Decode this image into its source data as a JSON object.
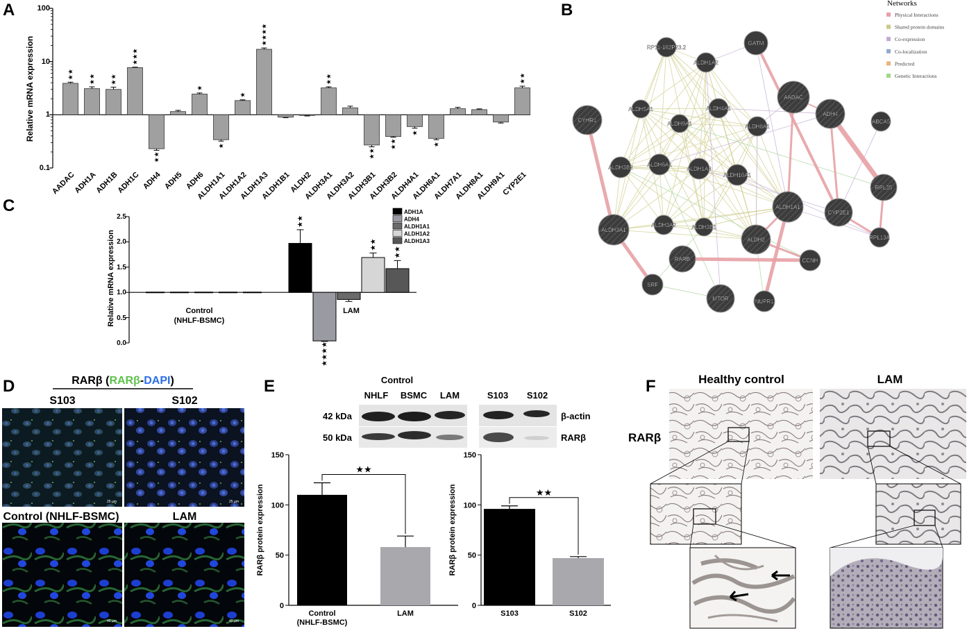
{
  "panels": {
    "A": "A",
    "B": "B",
    "C": "C",
    "D": "D",
    "E": "E",
    "F": "F"
  },
  "panelA": {
    "ylabel": "Relative mRNA expression",
    "yticks": [
      "0.1",
      "1",
      "10",
      "100"
    ]
  },
  "panelC": {
    "ylabel": "Relative mRNA expression",
    "yticks": [
      "0.0",
      "0.5",
      "1.0",
      "1.5",
      "2.0",
      "2.5"
    ],
    "control_label_1": "Control",
    "control_label_2": "(NHLF-BSMC)",
    "lam_label": "LAM"
  },
  "panelB": {
    "legend_title": "Networks",
    "legend": [
      {
        "label": "Physical Interactions",
        "color": "#e7a1a6"
      },
      {
        "label": "Shared protein domains",
        "color": "#c9c98a"
      },
      {
        "label": "Co-expression",
        "color": "#c2aacd"
      },
      {
        "label": "Co-localization",
        "color": "#93a8cf"
      },
      {
        "label": "Predicted",
        "color": "#e9b37d"
      },
      {
        "label": "Genetic Interactions",
        "color": "#9fd98a"
      }
    ],
    "nodes": [
      {
        "label": "RP11-162P23.2"
      },
      {
        "label": "GATM"
      },
      {
        "label": "ALDH1A2"
      },
      {
        "label": "AADAC"
      },
      {
        "label": "ALDH5A1"
      },
      {
        "label": "ALDH4A1"
      },
      {
        "label": "CYHR1"
      },
      {
        "label": "ALDH9A1"
      },
      {
        "label": "ALDH8A1"
      },
      {
        "label": "ADH4"
      },
      {
        "label": "ABCA5"
      },
      {
        "label": "ALDH3B2"
      },
      {
        "label": "ALDH6A1"
      },
      {
        "label": "ALDH1A3"
      },
      {
        "label": "ALDH16A1"
      },
      {
        "label": "ALDH1A1"
      },
      {
        "label": "RPL35"
      },
      {
        "label": "ALDH3A1"
      },
      {
        "label": "ALDH3A2"
      },
      {
        "label": "ALDH3B1"
      },
      {
        "label": "CYP2E1"
      },
      {
        "label": "ALDH2"
      },
      {
        "label": "RPL13A"
      },
      {
        "label": "RARB"
      },
      {
        "label": "CCNH"
      },
      {
        "label": "SRF"
      },
      {
        "label": "MTOR"
      },
      {
        "label": "NUPR1"
      }
    ]
  },
  "panelD": {
    "title_prefix": "RARβ (",
    "title_green": "RARβ",
    "title_dash": "-",
    "title_blue": "DAPI",
    "title_suffix": ")",
    "label_s103": "S103",
    "label_s102": "S102",
    "label_control": "Control (NHLF-BSMC)",
    "label_lam": "LAM",
    "scale_top": "25 µm",
    "scale_bottom": "40 µm"
  },
  "panelE": {
    "control_header": "Control",
    "lanes_left": [
      "NHLF",
      "BSMC",
      "LAM"
    ],
    "lanes_right": [
      "S103",
      "S102"
    ],
    "kda_42": "42 kDa",
    "kda_50": "50 kDa",
    "protein_actin": "β-actin",
    "protein_rarb": "RARβ",
    "ylabel": "RARβ protein expression",
    "yticks": [
      "0",
      "50",
      "100",
      "150"
    ],
    "significance": "★★"
  },
  "panelF": {
    "healthy": "Healthy control",
    "lam": "LAM",
    "rarb": "RARβ"
  },
  "chart_data": [
    {
      "panel": "A",
      "type": "bar",
      "ylabel": "Relative mRNA expression",
      "yscale": "log",
      "ylim": [
        0.1,
        100
      ],
      "categories": [
        "AADAC",
        "ADH1A",
        "ADH1B",
        "ADH1C",
        "ADH4",
        "ADH5",
        "ADH6",
        "ALDH1A1",
        "ALDH1A2",
        "ALDH1A3",
        "ALDH1B1",
        "ALDH2",
        "ALDH3A1",
        "ALDH3A2",
        "ALDH3B1",
        "ALDH3B2",
        "ALDH4A1",
        "ALDH6A1",
        "ALDH7A1",
        "ALDH8A1",
        "ALDH9A1",
        "CYP2E1"
      ],
      "values": [
        3.9,
        3.1,
        3.0,
        7.7,
        0.23,
        1.15,
        2.45,
        0.34,
        1.85,
        17.0,
        0.9,
        0.97,
        3.2,
        1.35,
        0.27,
        0.39,
        0.6,
        0.36,
        1.3,
        1.25,
        0.73,
        3.2
      ],
      "errors": [
        0.2,
        0.25,
        0.3,
        0.15,
        0.015,
        0.06,
        0.12,
        0.02,
        0.06,
        1.0,
        0.02,
        0.02,
        0.15,
        0.1,
        0.02,
        0.012,
        0.04,
        0.02,
        0.08,
        0.04,
        0.03,
        0.25
      ],
      "annotations": [
        "★★",
        "★★",
        "★★",
        "★★★",
        "★★",
        "",
        "★",
        "★",
        "★",
        "★★★★",
        "",
        "",
        "★★",
        "",
        "★★",
        "★★",
        "★",
        "★",
        "",
        "",
        "",
        "★★"
      ]
    },
    {
      "panel": "C",
      "type": "bar",
      "ylabel": "Relative mRNA expression",
      "ylim": [
        0,
        2.5
      ],
      "baseline": 1.0,
      "groups": [
        "Control (NHLF-BSMC)",
        "LAM"
      ],
      "series": [
        {
          "name": "ADH1A",
          "color": "#000000",
          "values": [
            1.0,
            1.97
          ],
          "errors": [
            0,
            0.27
          ],
          "annotations": [
            "",
            "★★"
          ]
        },
        {
          "name": "ADH4",
          "color": "#9a9aa2",
          "values": [
            1.0,
            0.04
          ],
          "errors": [
            0,
            0.01
          ],
          "annotations": [
            "",
            "★★★★"
          ]
        },
        {
          "name": "ALDH1A1",
          "color": "#6a6a6a",
          "values": [
            1.0,
            0.86
          ],
          "errors": [
            0,
            0.04
          ],
          "annotations": [
            "",
            ""
          ]
        },
        {
          "name": "ALDH1A2",
          "color": "#d6d6d6",
          "values": [
            1.0,
            1.69
          ],
          "errors": [
            0,
            0.09
          ],
          "annotations": [
            "",
            "★★"
          ]
        },
        {
          "name": "ALDH1A3",
          "color": "#575757",
          "values": [
            1.0,
            1.47
          ],
          "errors": [
            0,
            0.16
          ],
          "annotations": [
            "",
            "★★"
          ]
        }
      ]
    },
    {
      "panel": "E-left",
      "type": "bar",
      "ylabel": "RARβ protein expression",
      "ylim": [
        0,
        150
      ],
      "categories": [
        "Control\n(NHLF-BSMC)",
        "LAM"
      ],
      "values": [
        110,
        58
      ],
      "errors": [
        12,
        11
      ],
      "colors": [
        "#000000",
        "#a8a8ad"
      ],
      "significance": "★★"
    },
    {
      "panel": "E-right",
      "type": "bar",
      "ylabel": "RARβ protein expression",
      "ylim": [
        0,
        150
      ],
      "categories": [
        "S103",
        "S102"
      ],
      "values": [
        96,
        47
      ],
      "errors": [
        3,
        1.5
      ],
      "colors": [
        "#000000",
        "#a8a8ad"
      ],
      "significance": "★★"
    }
  ]
}
